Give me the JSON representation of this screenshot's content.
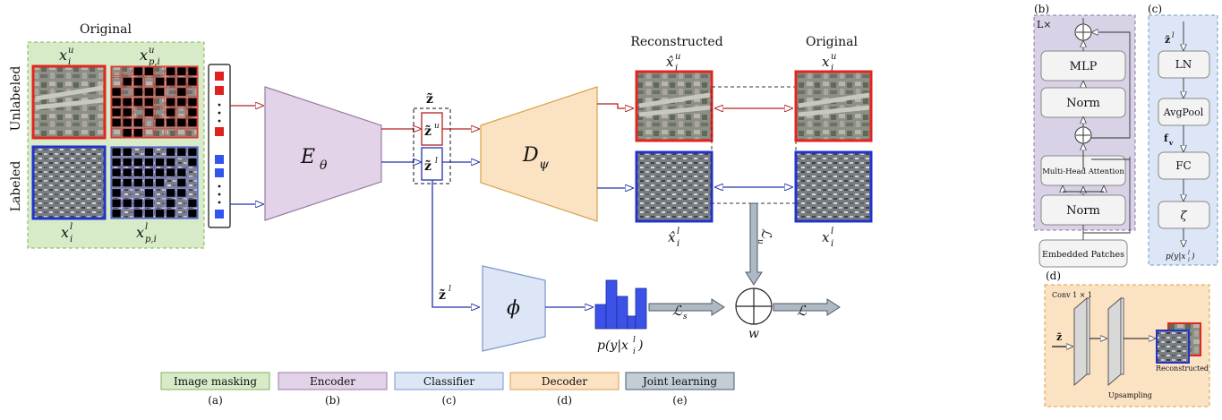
{
  "main": {
    "original_top": "Original",
    "side_unlabeled": "Unlabeled",
    "side_labeled": "Labeled",
    "x_u": "x",
    "x_u_sub": "i",
    "x_u_sup": "u",
    "x_pu": "x",
    "x_pu_sub": "p,i",
    "x_pu_sup": "u",
    "x_l": "x",
    "x_l_sub": "i",
    "x_l_sup": "l",
    "x_pl": "x",
    "x_pl_sub": "p,i",
    "x_pl_sup": "l",
    "encoder": "E",
    "encoder_sub": "θ",
    "z_tilde": "z̃",
    "z_u": "z̃",
    "z_u_sup": "u",
    "z_l": "z̃",
    "z_l_sup": "l",
    "decoder": "D",
    "decoder_sub": "ψ",
    "reconstructed": "Reconstructed",
    "xhat_u": "x̂",
    "xhat_u_sub": "i",
    "xhat_u_sup": "u",
    "xhat_l": "x̂",
    "xhat_l_sub": "i",
    "xhat_l_sup": "l",
    "original_right": "Original",
    "xr_u": "x",
    "xr_u_sub": "i",
    "xr_u_sup": "u",
    "xr_l": "x",
    "xr_l_sub": "i",
    "xr_l_sup": "l",
    "z_l_cls": "z̃",
    "z_l_cls_sup": "l",
    "classifier": "ϕ",
    "prob": "p(y|x",
    "prob_sub": "i",
    "prob_sup": "l",
    "prob_close": ")",
    "loss_s": "ℒ",
    "loss_s_sub": "s",
    "loss_u": "ℒ",
    "loss_u_sub": "u",
    "loss": "ℒ",
    "weight": "w"
  },
  "legend": {
    "items": [
      {
        "label": "Image masking",
        "tag": "(a)",
        "color": "#d8ebc8",
        "border": "#7fb35a"
      },
      {
        "label": "Encoder",
        "tag": "(b)",
        "color": "#e3d3e8",
        "border": "#9a7aa8"
      },
      {
        "label": "Classifier",
        "tag": "(c)",
        "color": "#dce6f6",
        "border": "#7a97c8"
      },
      {
        "label": "Decoder",
        "tag": "(d)",
        "color": "#fbe2c3",
        "border": "#d6a24a"
      },
      {
        "label": "Joint learning",
        "tag": "(e)",
        "color": "#c3cdd6",
        "border": "#4c5966"
      }
    ]
  },
  "panel_b": {
    "tag": "(b)",
    "repeat": "L×",
    "mlp": "MLP",
    "norm_top": "Norm",
    "attention": "Multi-Head Attention",
    "norm_bottom": "Norm",
    "input": "Embedded Patches"
  },
  "panel_c": {
    "tag": "(c)",
    "z": "z̃",
    "z_sup": "l",
    "ln": "LN",
    "pool": "AvgPool",
    "fv": "f",
    "fv_sub": "v",
    "fc": "FC",
    "zeta": "ζ",
    "out": "p(y|x",
    "out_sub": "i",
    "out_sup": "l",
    "out_close": ")"
  },
  "panel_d": {
    "tag": "(d)",
    "conv": "Conv 1 × 1",
    "z": "z̃",
    "upsampling": "Upsampling",
    "reconstructed": "Reconstructed"
  }
}
